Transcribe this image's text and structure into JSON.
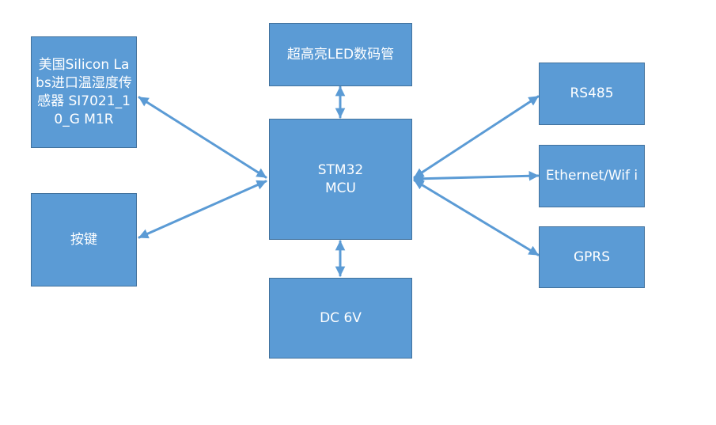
{
  "nodes": {
    "sensor": {
      "label": "美国Silicon Labs进口温湿度传感器 SI7021_10_G M1R"
    },
    "display": {
      "label": "超高亮LED数码管"
    },
    "mcu": {
      "label": "STM32\nMCU"
    },
    "keys": {
      "label": "按键"
    },
    "power": {
      "label": "DC 6V"
    },
    "rs485": {
      "label": "RS485"
    },
    "ethernet": {
      "label": "Ethernet/Wif i"
    },
    "gprs": {
      "label": "GPRS"
    }
  },
  "colors": {
    "box_fill": "#5b9bd5",
    "box_border": "#41719c",
    "arrow": "#5b9bd5",
    "text": "#ffffff"
  },
  "connections": [
    {
      "from": "mcu",
      "to": "sensor",
      "arrows": "both"
    },
    {
      "from": "mcu",
      "to": "keys",
      "arrows": "both"
    },
    {
      "from": "mcu",
      "to": "display",
      "arrows": "both"
    },
    {
      "from": "mcu",
      "to": "power",
      "arrows": "both"
    },
    {
      "from": "mcu",
      "to": "rs485",
      "arrows": "both"
    },
    {
      "from": "mcu",
      "to": "ethernet",
      "arrows": "both"
    },
    {
      "from": "mcu",
      "to": "gprs",
      "arrows": "both"
    }
  ]
}
